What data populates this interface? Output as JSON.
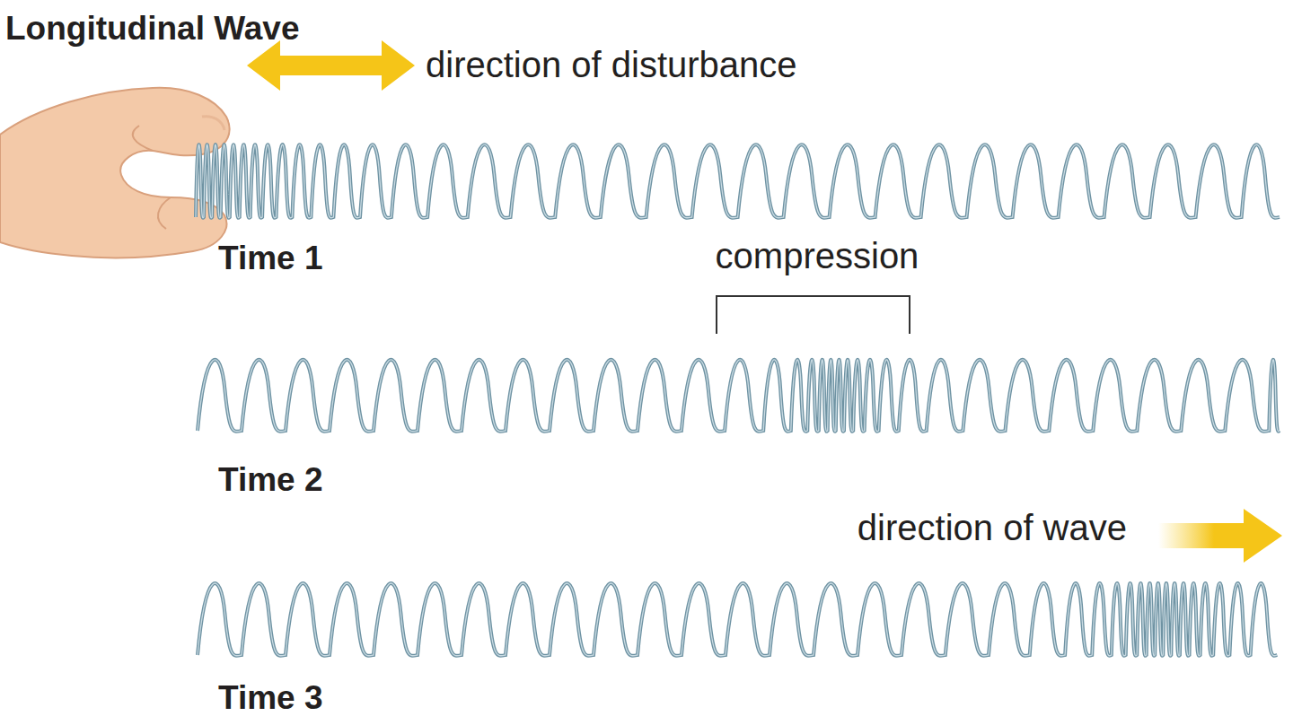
{
  "diagram": {
    "title": "Longitudinal Wave",
    "labels": [
      "direction of disturbance",
      "Time 1",
      "compression",
      "Time 2",
      "direction of wave",
      "Time 3"
    ]
  }
}
